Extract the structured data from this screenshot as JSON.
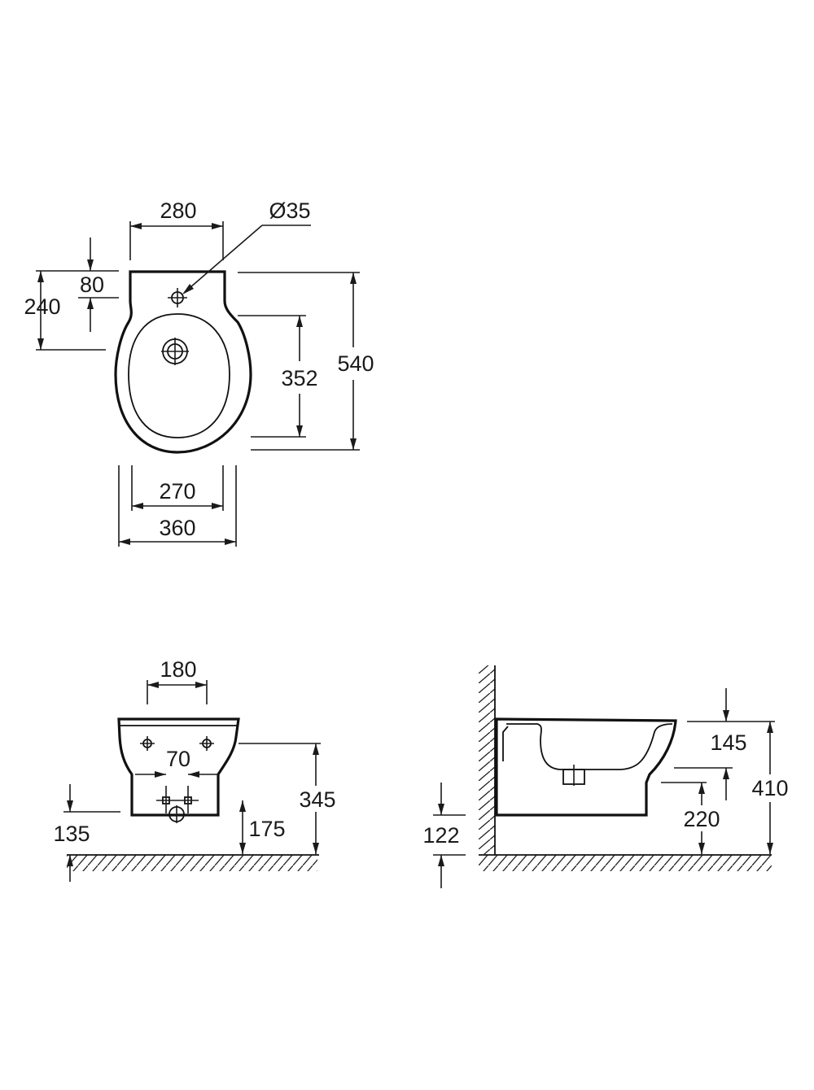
{
  "top_view": {
    "dims": {
      "width_top": "280",
      "hole_diameter": "Ø35",
      "tap_offset": "80",
      "upper_depth": "240",
      "bowl_length": "352",
      "total_length": "540",
      "bowl_width": "270",
      "total_width": "360"
    }
  },
  "front_view": {
    "dims": {
      "fixing_spacing": "180",
      "inlet_spacing": "70",
      "height_total": "345",
      "inlet_height": "175",
      "waste_height": "135"
    }
  },
  "side_view": {
    "dims": {
      "rim_depth": "145",
      "total_height": "410",
      "base_height": "220",
      "floor_clearance": "122"
    }
  }
}
